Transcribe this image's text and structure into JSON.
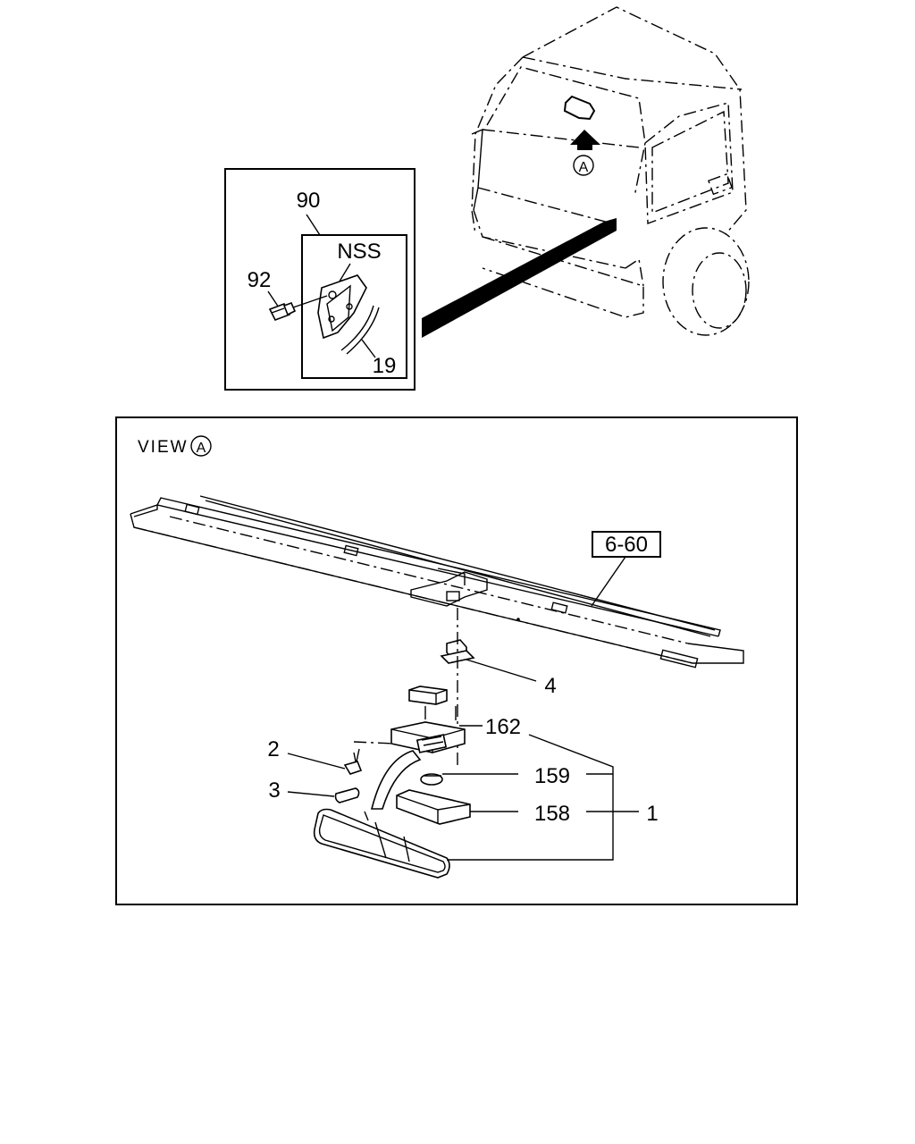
{
  "inset": {
    "callout_90": "90",
    "callout_nss": "NSS",
    "callout_92": "92",
    "callout_19": "19"
  },
  "truck": {
    "view_marker": "A"
  },
  "view": {
    "title_text": "VIEW",
    "title_marker": "A",
    "ref_box": "6-60",
    "callout_4": "4",
    "callout_162": "162",
    "callout_2": "2",
    "callout_159": "159",
    "callout_3": "3",
    "callout_158": "158",
    "callout_1": "1"
  }
}
